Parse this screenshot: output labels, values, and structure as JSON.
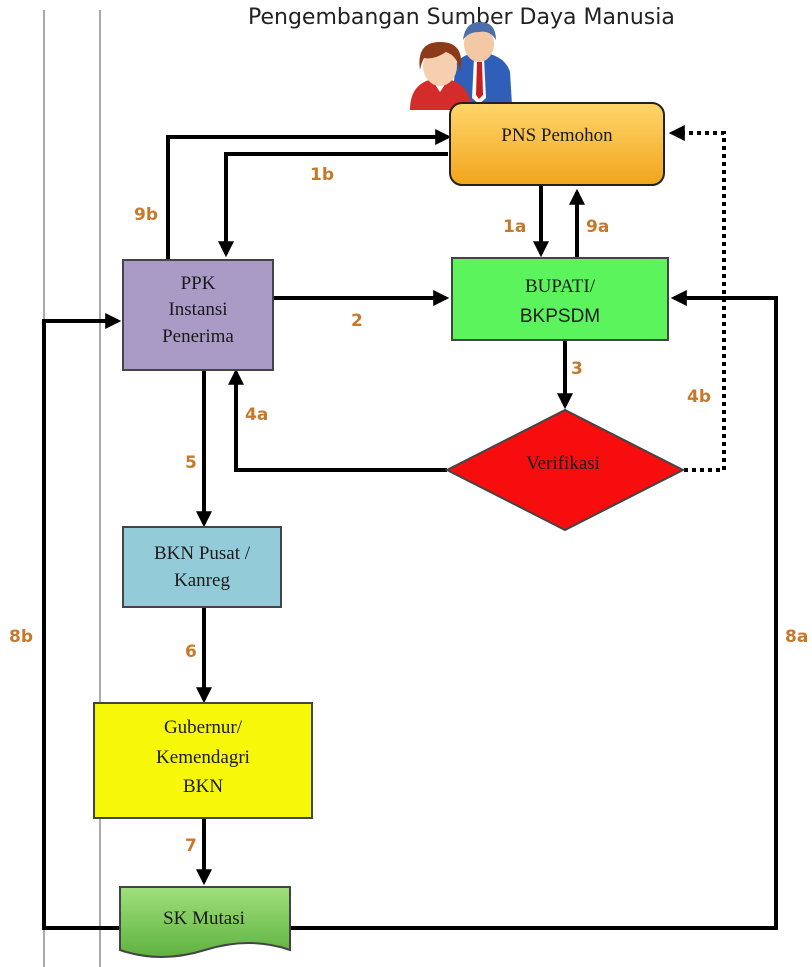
{
  "header": {
    "text": "Pengembangan Sumber Daya Manusia"
  },
  "nodes": {
    "pemohon": {
      "label": "PNS Pemohon"
    },
    "ppk": {
      "lines": [
        "PPK",
        "Instansi",
        "Penerima"
      ]
    },
    "bupati": {
      "lines": [
        "BUPATI/",
        "BKPSDM"
      ]
    },
    "verifikasi": {
      "label": "Verifikasi"
    },
    "bkn_pusat": {
      "lines": [
        "BKN Pusat /",
        "Kanreg"
      ]
    },
    "gubernur": {
      "lines": [
        "Gubernur/",
        "Kemendagri",
        "BKN"
      ]
    },
    "sk_mutasi": {
      "label": "SK Mutasi"
    }
  },
  "steps": {
    "s1a": "1a",
    "s1b": "1b",
    "s2": "2",
    "s3": "3",
    "s4a": "4a",
    "s4b": "4b",
    "s5": "5",
    "s6": "6",
    "s7": "7",
    "s8a": "8a",
    "s8b": "8b",
    "s9a": "9a",
    "s9b": "9b"
  },
  "colors": {
    "pemohon": "#f8b62e",
    "ppk": "#a99bc6",
    "bupati": "#5cf45c",
    "verifikasi": "#f70d0d",
    "bkn_pusat": "#93ccd8",
    "gubernur": "#f7f70a",
    "sk_mutasi": "#7ccc5a"
  },
  "icons": {
    "people": "users-icon"
  }
}
